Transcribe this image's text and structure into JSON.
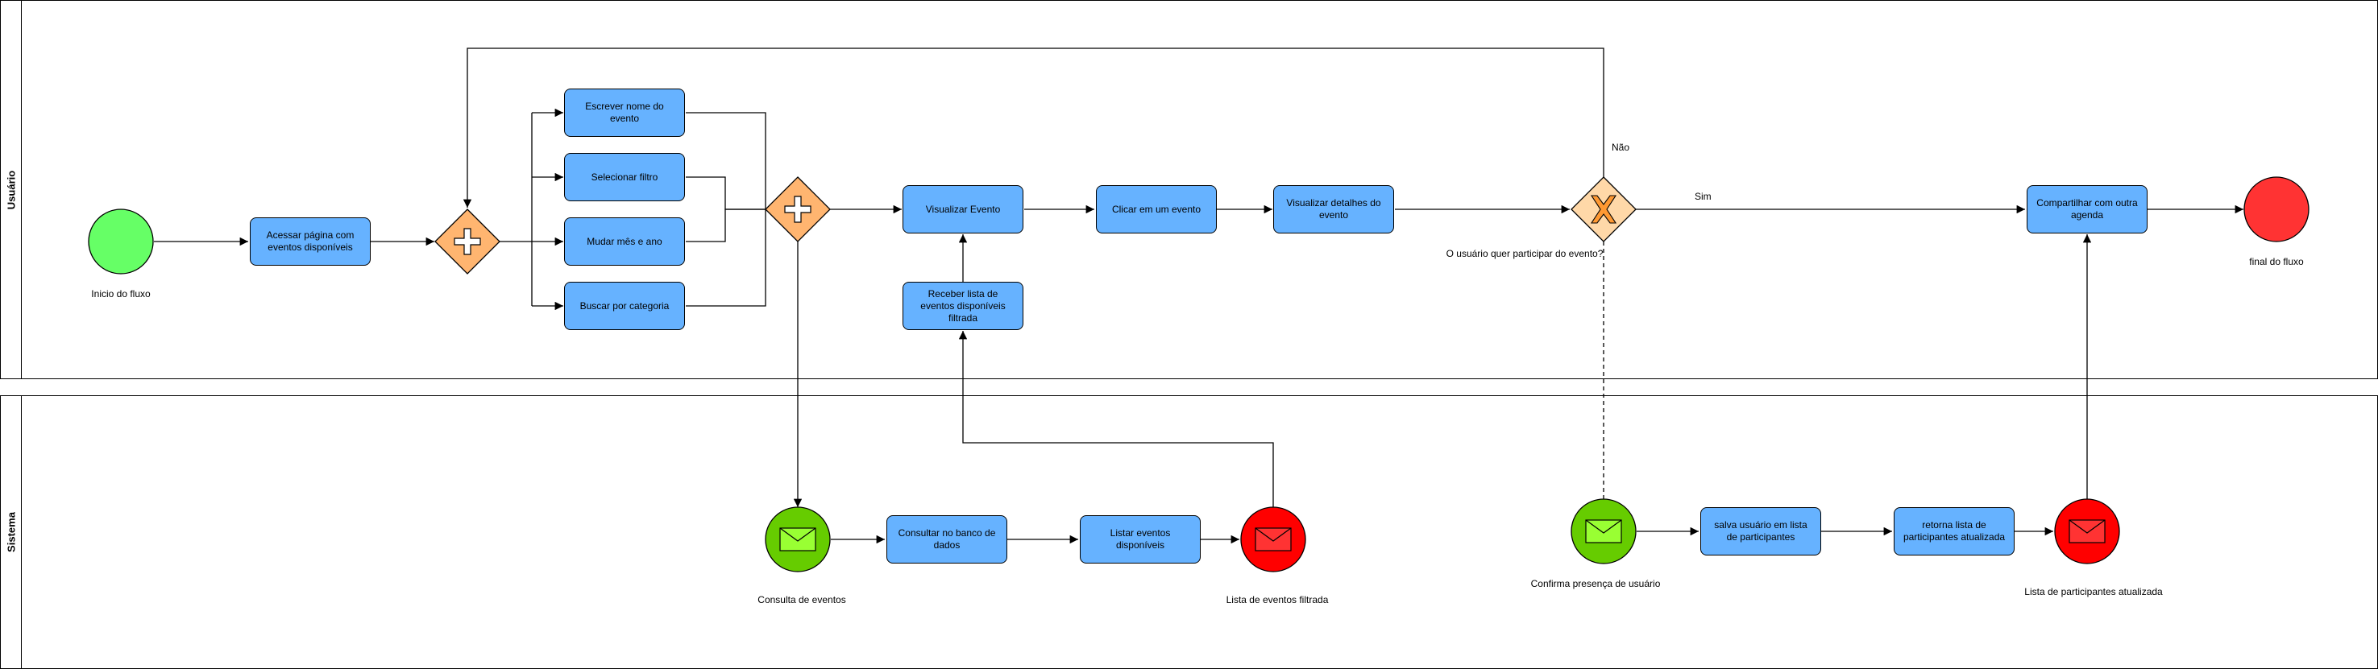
{
  "lanes": {
    "user": "Usuário",
    "system": "Sistema"
  },
  "events": {
    "start": "Inicio do fluxo",
    "end": "final do fluxo",
    "query_events": "Consulta de eventos",
    "filtered_list": "Lista de eventos filtrada",
    "confirm_presence": "Confirma presença de usuário",
    "participants_updated": "Lista de participantes atualizada"
  },
  "tasks": {
    "access_page": "Acessar página com eventos disponíveis",
    "write_name": "Escrever nome do evento",
    "select_filter": "Selecionar filtro",
    "change_month": "Mudar mês e ano",
    "search_category": "Buscar por categoria",
    "view_event": "Visualizar Evento",
    "receive_list": "Receber lista de eventos disponíveis filtrada",
    "click_event": "Clicar em um evento",
    "view_details": "Visualizar detalhes do evento",
    "share_agenda": "Compartilhar com outra agenda",
    "query_db": "Consultar no banco de dados",
    "list_events": "Listar eventos disponíveis",
    "save_user": "salva usuário em lista de participantes",
    "return_list": "retorna lista de participantes atualizada"
  },
  "gateway": {
    "question": "O usuário quer participar do evento?",
    "no": "Não",
    "yes": "Sim"
  },
  "colors": {
    "task_fill": "#66b2ff",
    "start_fill": "#66ff66",
    "end_fill": "#ff3333",
    "message_start_fill": "#66cc00",
    "message_end_fill": "#ff0000",
    "gateway_fill": "#ffb570",
    "gateway_marker": "#ff9933"
  }
}
